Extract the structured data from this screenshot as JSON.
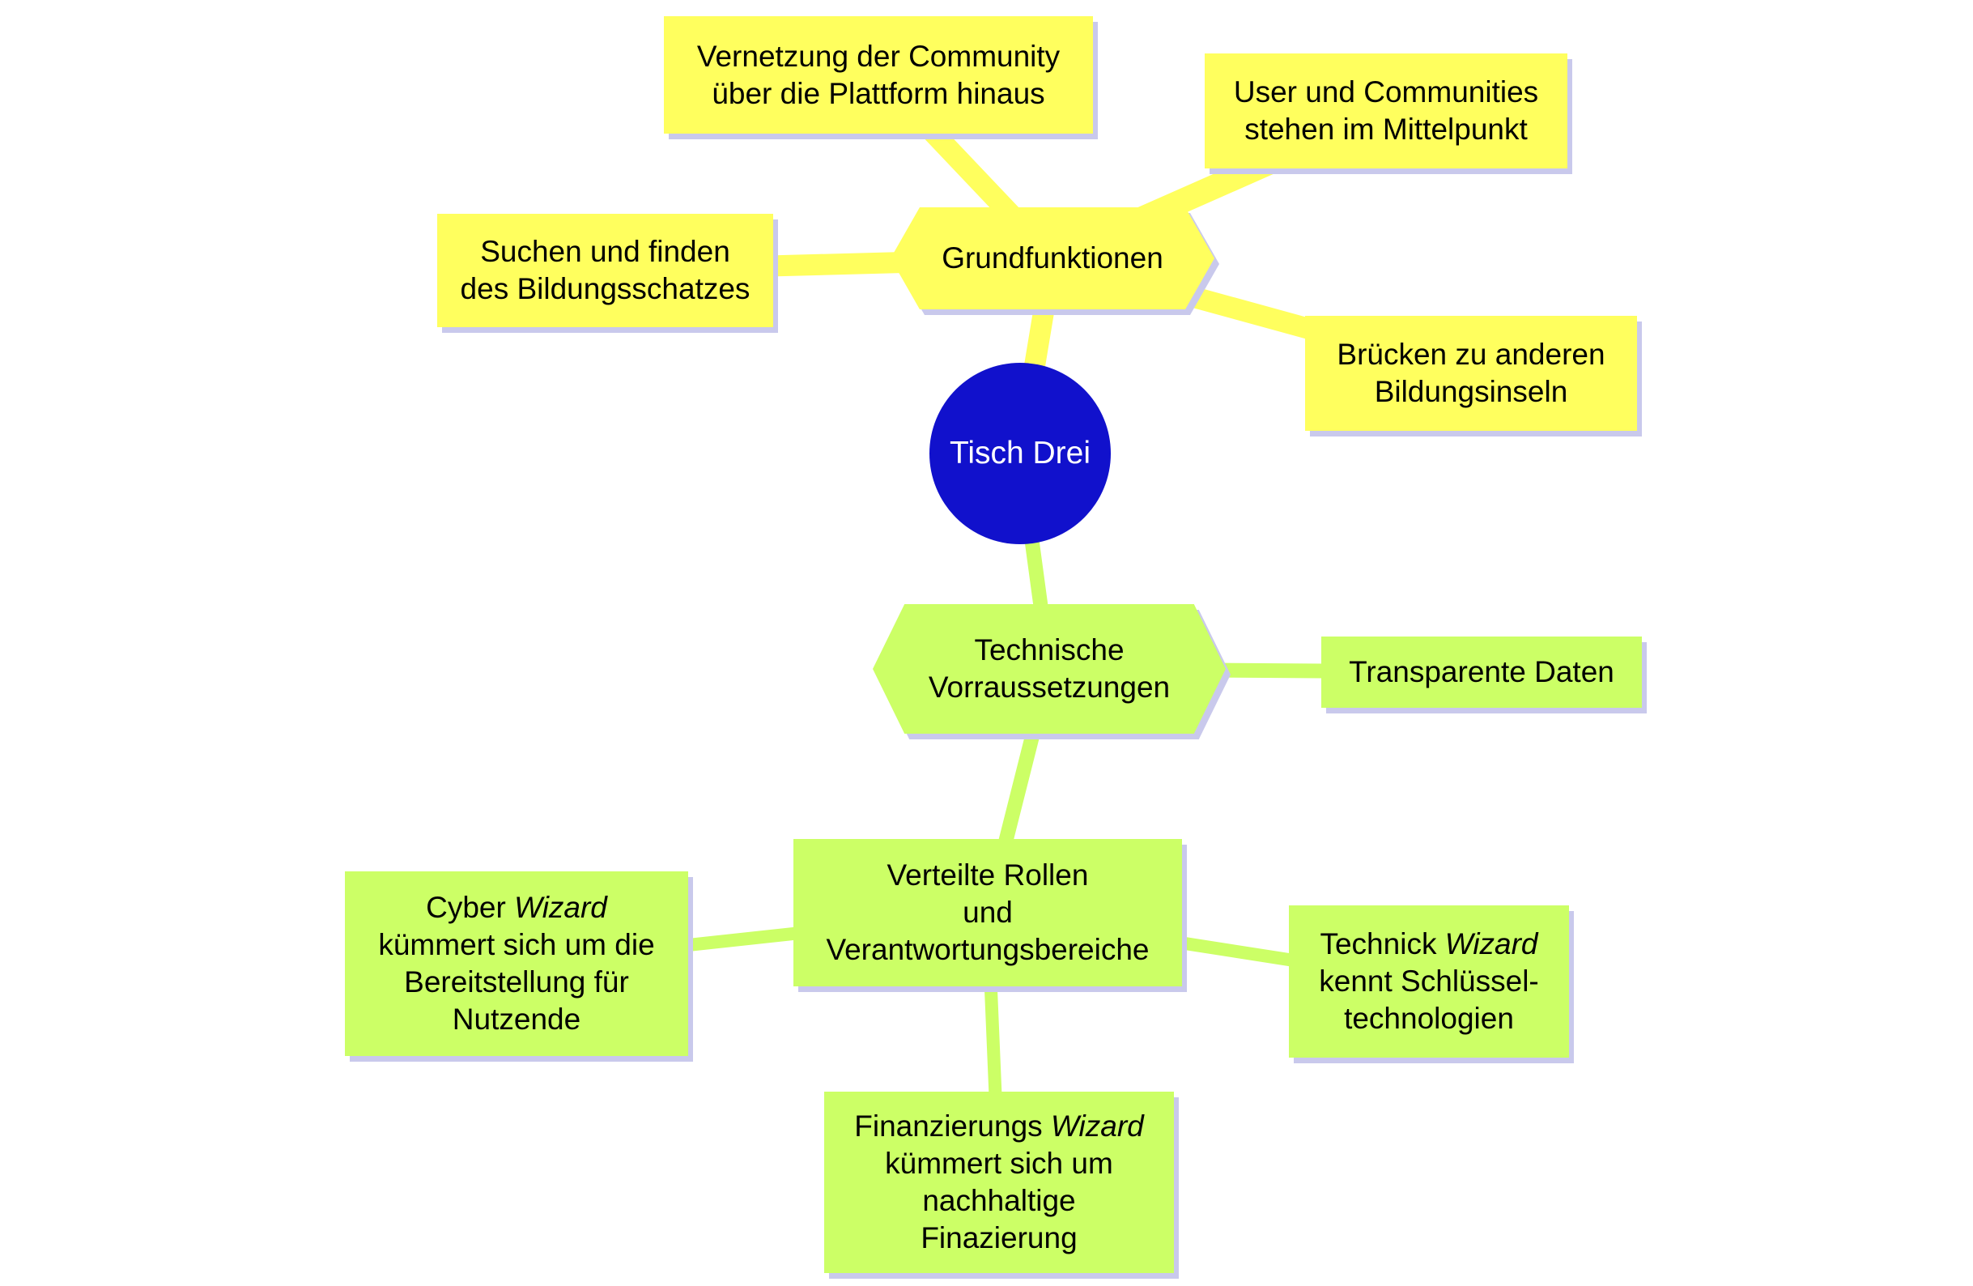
{
  "colors": {
    "yellow": "#ffff5e",
    "green": "#ccff66",
    "root_blue": "#1111cc",
    "root_text": "#ffffff",
    "shadow": "#c9c9ec",
    "text": "#000000",
    "background": "#ffffff"
  },
  "root": {
    "label": "Tisch Drei"
  },
  "nodes": {
    "vernetzung": {
      "lines": [
        [
          {
            "t": "Vernetzung der Community"
          }
        ],
        [
          {
            "t": "über die Plattform hinaus"
          }
        ]
      ]
    },
    "user_communities": {
      "lines": [
        [
          {
            "t": "User und Communities"
          }
        ],
        [
          {
            "t": "stehen im Mittelpunkt"
          }
        ]
      ]
    },
    "suchen_finden": {
      "lines": [
        [
          {
            "t": "Suchen und finden"
          }
        ],
        [
          {
            "t": "des Bildungsschatzes"
          }
        ]
      ]
    },
    "grundfunktionen": {
      "lines": [
        [
          {
            "t": "Grundfunktionen"
          }
        ]
      ]
    },
    "bruecken": {
      "lines": [
        [
          {
            "t": "Brücken zu anderen"
          }
        ],
        [
          {
            "t": "Bildungsinseln"
          }
        ]
      ]
    },
    "technische": {
      "lines": [
        [
          {
            "t": "Technische"
          }
        ],
        [
          {
            "t": "Vorraussetzungen"
          }
        ]
      ]
    },
    "transparente_daten": {
      "lines": [
        [
          {
            "t": "Transparente Daten"
          }
        ]
      ]
    },
    "verteilte_rollen": {
      "lines": [
        [
          {
            "t": "Verteilte Rollen"
          }
        ],
        [
          {
            "t": "und"
          }
        ],
        [
          {
            "t": "Verantwortungsbereiche"
          }
        ]
      ]
    },
    "cyber_wizard": {
      "lines": [
        [
          {
            "t": "Cyber "
          },
          {
            "t": "Wizard",
            "i": true
          }
        ],
        [
          {
            "t": "kümmert sich um die"
          }
        ],
        [
          {
            "t": "Bereitstellung für"
          }
        ],
        [
          {
            "t": "Nutzende"
          }
        ]
      ]
    },
    "technick_wizard": {
      "lines": [
        [
          {
            "t": "Technick "
          },
          {
            "t": "Wizard",
            "i": true
          }
        ],
        [
          {
            "t": "kennt Schlüssel-"
          }
        ],
        [
          {
            "t": "technologien"
          }
        ]
      ]
    },
    "finanzierungs_wizard": {
      "lines": [
        [
          {
            "t": "Finanzierungs "
          },
          {
            "t": "Wizard",
            "i": true
          }
        ],
        [
          {
            "t": "kümmert sich um"
          }
        ],
        [
          {
            "t": "nachhaltige"
          }
        ],
        [
          {
            "t": "Finazierung"
          }
        ]
      ]
    }
  },
  "edges": [
    {
      "from": "grundfunktionen",
      "to": "vernetzung",
      "color": "yellow",
      "w": 26
    },
    {
      "from": "grundfunktionen",
      "to": "user_communities",
      "color": "yellow",
      "w": 30
    },
    {
      "from": "grundfunktionen",
      "to": "suchen_finden",
      "color": "yellow",
      "w": 26
    },
    {
      "from": "grundfunktionen",
      "to": "bruecken",
      "color": "yellow",
      "w": 26
    },
    {
      "from": "root",
      "to": "grundfunktionen",
      "color": "yellow",
      "w": 26
    },
    {
      "from": "root",
      "to": "technische",
      "color": "green",
      "w": 18
    },
    {
      "from": "technische",
      "to": "transparente_daten",
      "color": "green",
      "w": 18
    },
    {
      "from": "technische",
      "to": "verteilte_rollen",
      "color": "green",
      "w": 18
    },
    {
      "from": "verteilte_rollen",
      "to": "cyber_wizard",
      "color": "green",
      "w": 16
    },
    {
      "from": "verteilte_rollen",
      "to": "technick_wizard",
      "color": "green",
      "w": 16
    },
    {
      "from": "verteilte_rollen",
      "to": "finanzierungs_wizard",
      "color": "green",
      "w": 16
    }
  ]
}
